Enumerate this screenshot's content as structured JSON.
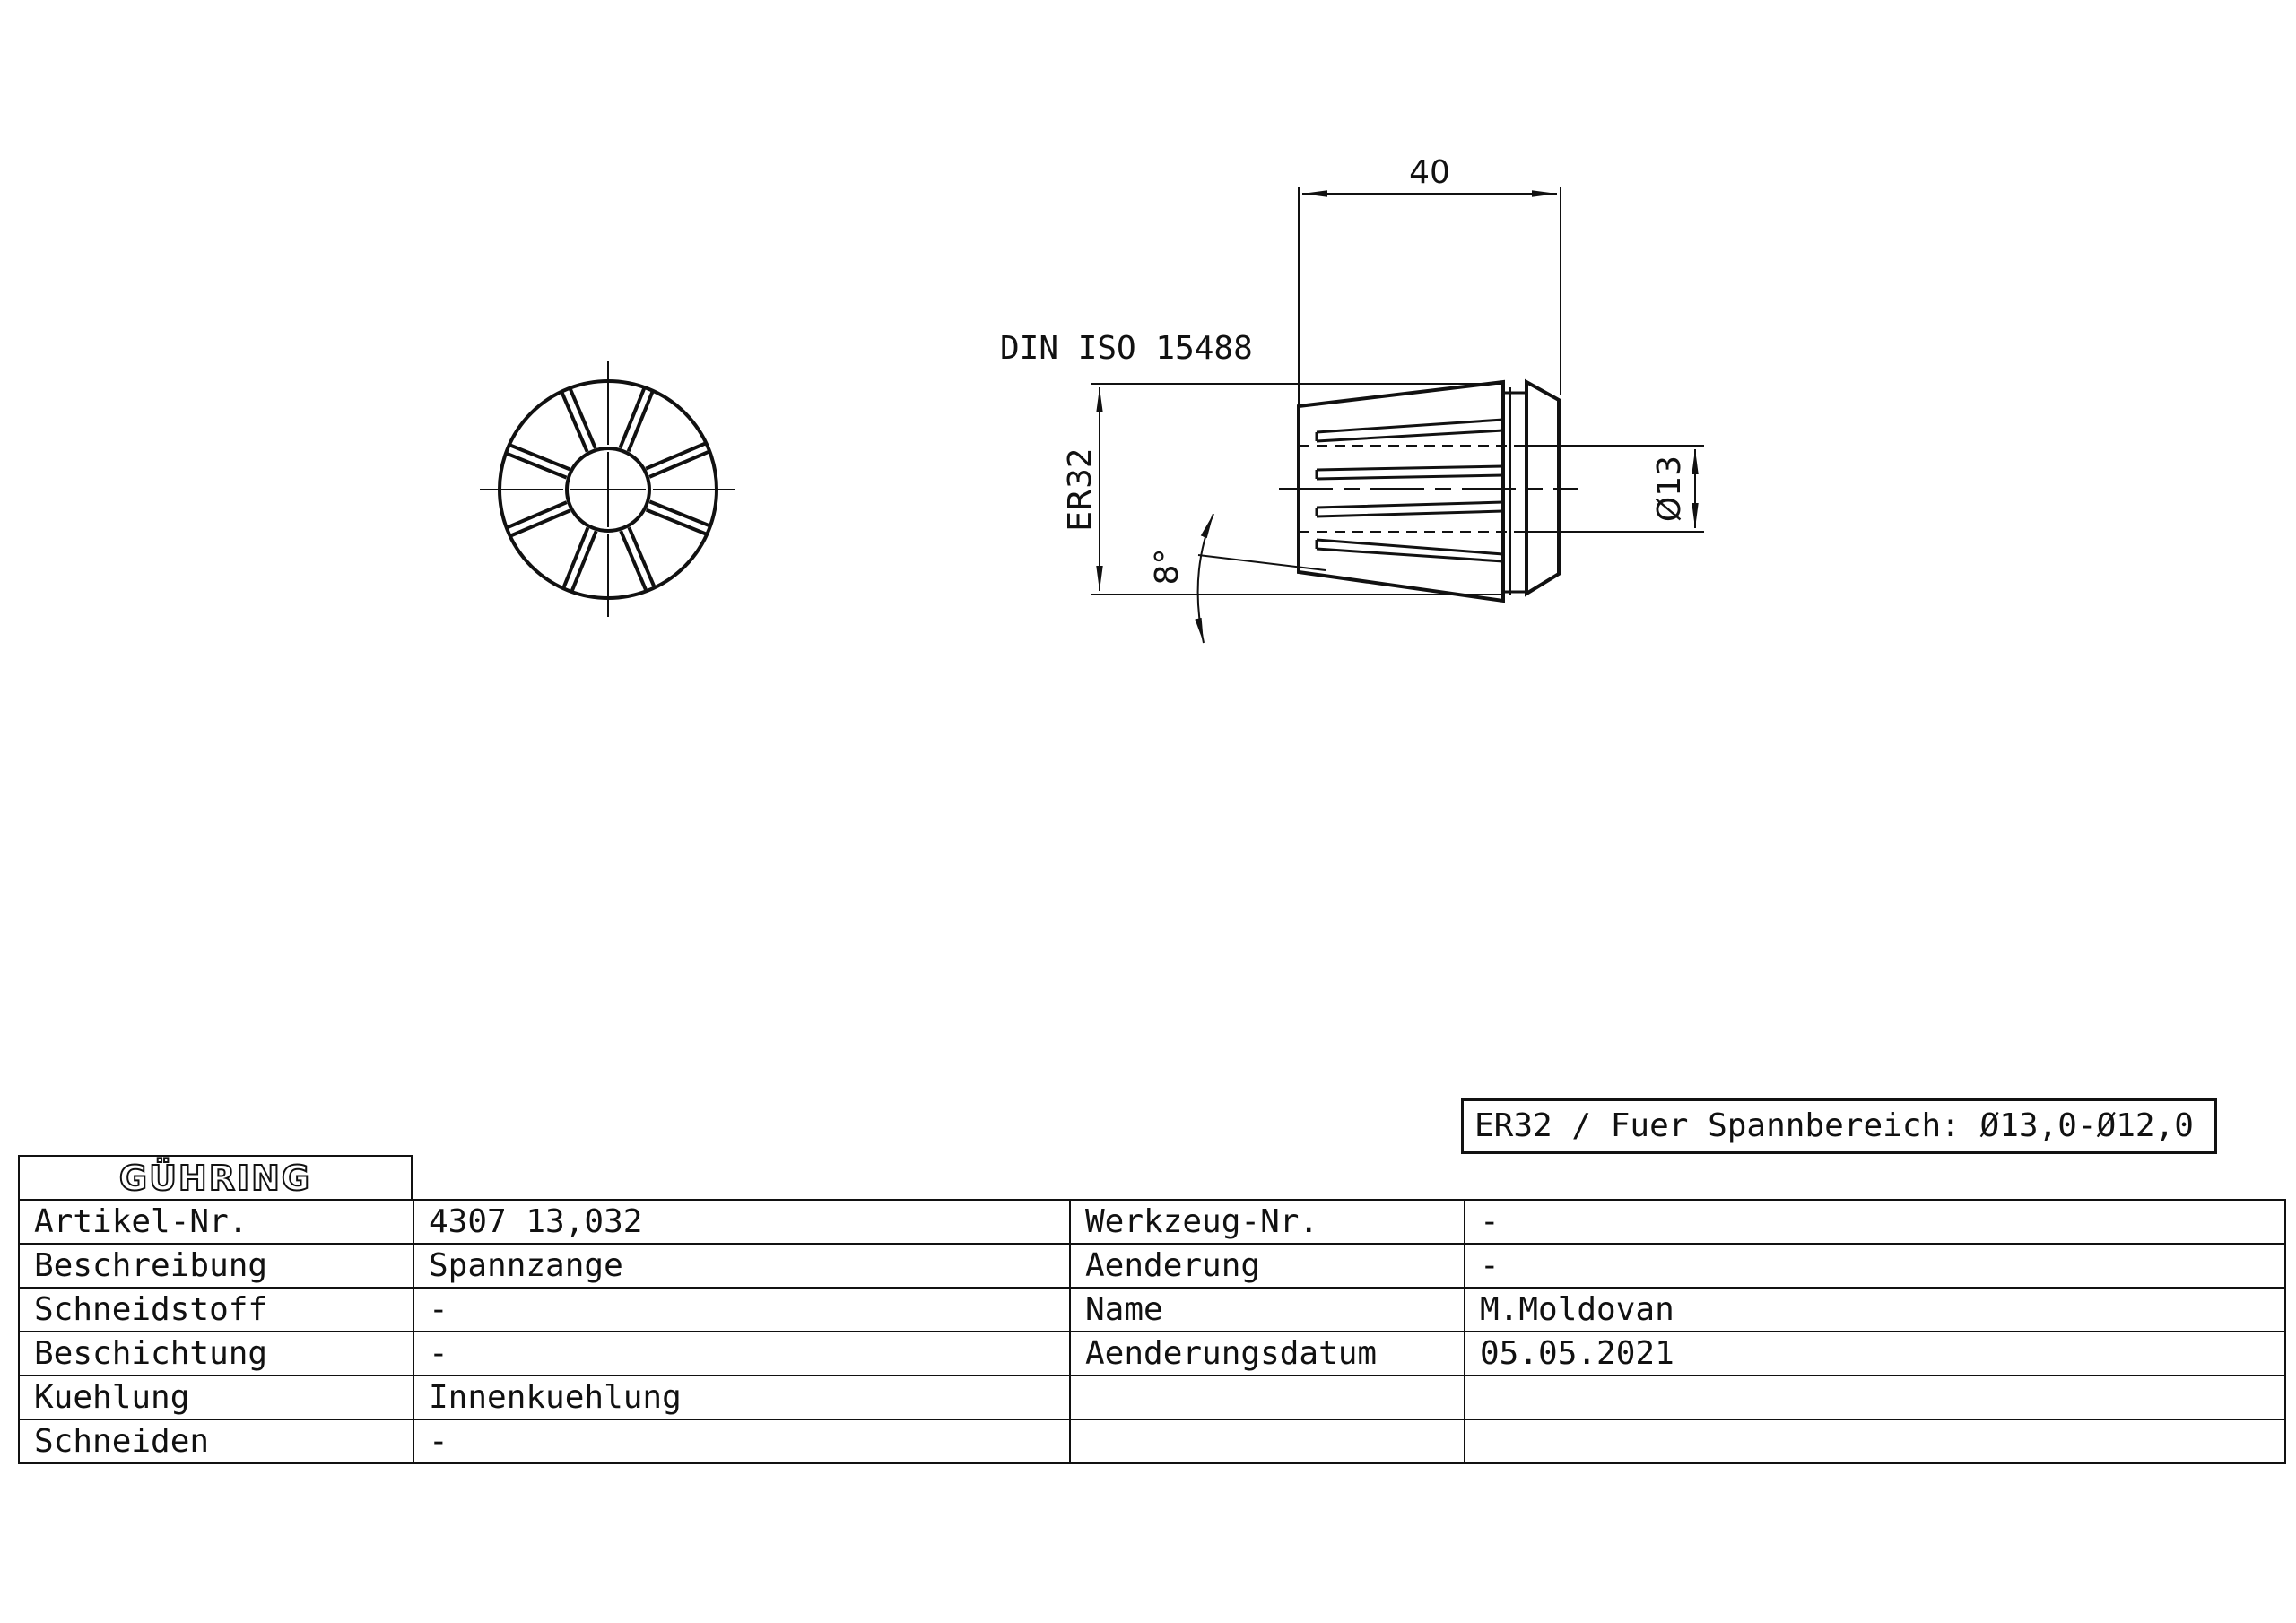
{
  "drawing": {
    "standard": "DIN ISO 15488",
    "dim_length": "40",
    "dim_collet": "ER32",
    "dim_bore": "Ø13",
    "dim_angle": "8°"
  },
  "spec_box": "ER32 / Fuer Spannbereich: Ø13,0-Ø12,0",
  "logo": "GÜHRING",
  "title_block": {
    "rows": [
      {
        "l1": "Artikel-Nr.",
        "v1": "4307 13,032",
        "l2": "Werkzeug-Nr.",
        "v2": "-"
      },
      {
        "l1": "Beschreibung",
        "v1": "Spannzange",
        "l2": "Aenderung",
        "v2": "-"
      },
      {
        "l1": "Schneidstoff",
        "v1": "-",
        "l2": "Name",
        "v2": "M.Moldovan"
      },
      {
        "l1": "Beschichtung",
        "v1": "-",
        "l2": "Aenderungsdatum",
        "v2": "05.05.2021"
      },
      {
        "l1": "Kuehlung",
        "v1": "Innenkuehlung",
        "l2": "",
        "v2": ""
      },
      {
        "l1": "Schneiden",
        "v1": "-",
        "l2": "",
        "v2": ""
      }
    ]
  }
}
